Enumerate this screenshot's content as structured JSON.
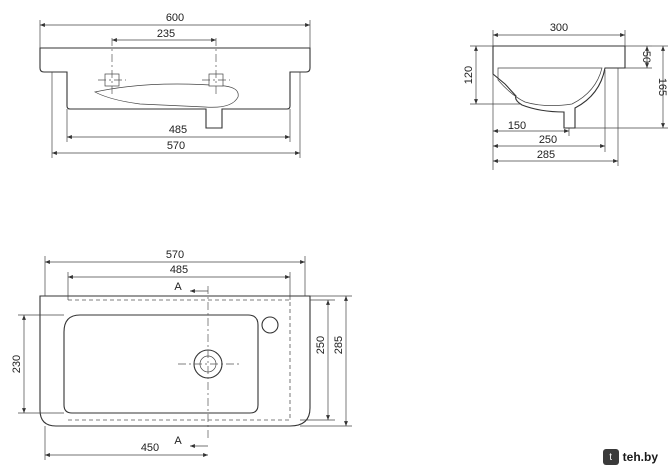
{
  "front_view": {
    "dim_total_width": "600",
    "dim_tap_spacing": "235",
    "dim_bowl_width": "485",
    "dim_body_width": "570"
  },
  "side_view": {
    "dim_depth": "300",
    "dim_rim_height": "50",
    "dim_bowl_height": "120",
    "dim_overall_height": "165",
    "dim_outlet": "150",
    "dim_250": "250",
    "dim_285": "285"
  },
  "plan_view": {
    "dim_width": "570",
    "dim_bowl": "485",
    "dim_depth_230": "230",
    "dim_depth_250": "250",
    "dim_depth_285": "285",
    "dim_outlet_offset": "450",
    "section_label_top": "A",
    "section_label_bottom": "A"
  },
  "watermark": {
    "text": "teh.by",
    "icon": "t"
  }
}
